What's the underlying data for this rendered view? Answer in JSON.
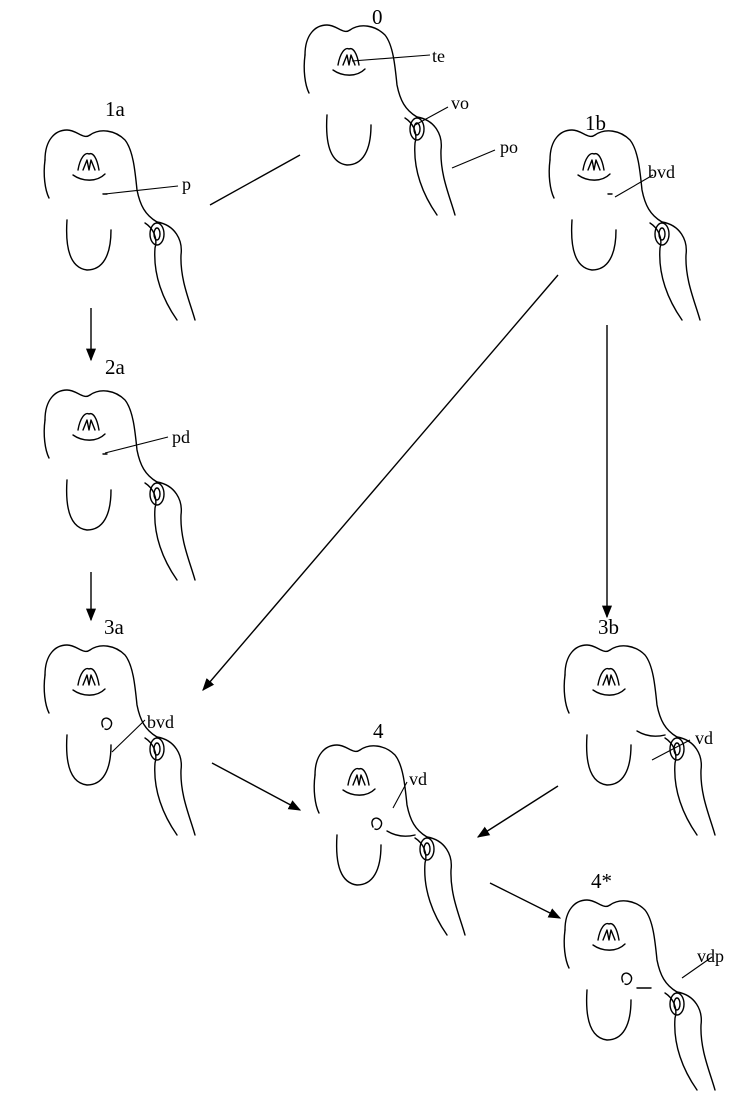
{
  "stages": [
    {
      "id": "0",
      "label": "0"
    },
    {
      "id": "1a",
      "label": "1a"
    },
    {
      "id": "1b",
      "label": "1b"
    },
    {
      "id": "2a",
      "label": "2a"
    },
    {
      "id": "3a",
      "label": "3a"
    },
    {
      "id": "3b",
      "label": "3b"
    },
    {
      "id": "4",
      "label": "4"
    },
    {
      "id": "4star",
      "label": "4*"
    }
  ],
  "parts": [
    {
      "label": "te"
    },
    {
      "label": "vo"
    },
    {
      "label": "po"
    },
    {
      "label": "p"
    },
    {
      "label": "bvd"
    },
    {
      "label": "pd"
    },
    {
      "label": "bvd"
    },
    {
      "label": "vd"
    },
    {
      "label": "vd"
    },
    {
      "label": "vdp"
    }
  ],
  "connections": [
    {
      "from": "0",
      "to": "1a",
      "arrow": false
    },
    {
      "from": "1a",
      "to": "2a",
      "arrow": true
    },
    {
      "from": "2a",
      "to": "3a",
      "arrow": true
    },
    {
      "from": "1b",
      "to": "3a",
      "arrow": true
    },
    {
      "from": "1b",
      "to": "3b",
      "arrow": true
    },
    {
      "from": "3a",
      "to": "4",
      "arrow": true
    },
    {
      "from": "3b",
      "to": "4",
      "arrow": true
    },
    {
      "from": "4",
      "to": "4star",
      "arrow": true
    }
  ]
}
